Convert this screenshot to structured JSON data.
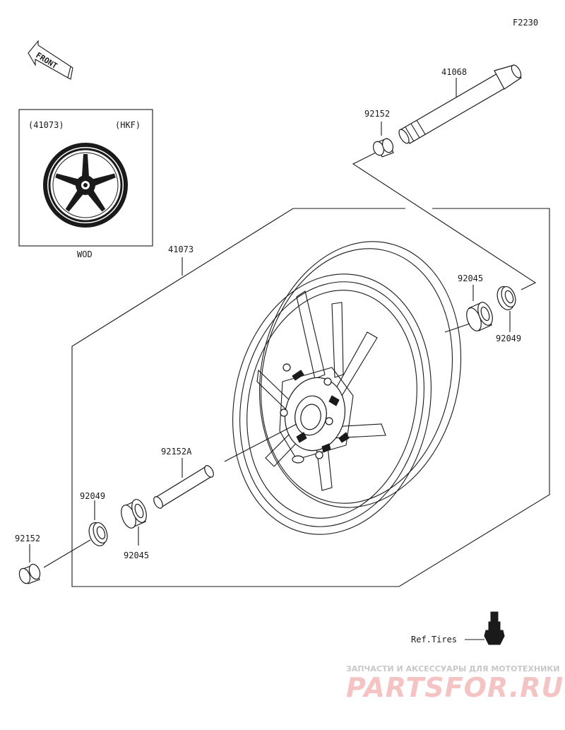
{
  "figure_code": "F2230",
  "front_arrow": {
    "text": "FRONT"
  },
  "inset": {
    "left_label": "(41073)",
    "right_label": "(HKF)",
    "caption": "WOD"
  },
  "callouts": {
    "axle": "41068",
    "collar_right": "92152",
    "wheel": "41073",
    "bearing_right": "92045",
    "seal_right": "92049",
    "spacer": "92152A",
    "seal_left": "92049",
    "bearing_left": "92045",
    "collar_left": "92152"
  },
  "reference": {
    "text": "Ref.Tires"
  },
  "watermark": {
    "tagline": "ЗАПЧАСТИ И АКСЕССУАРЫ ДЛЯ МОТОТЕХНИКИ",
    "brand": "PARTSFOR.RU"
  }
}
